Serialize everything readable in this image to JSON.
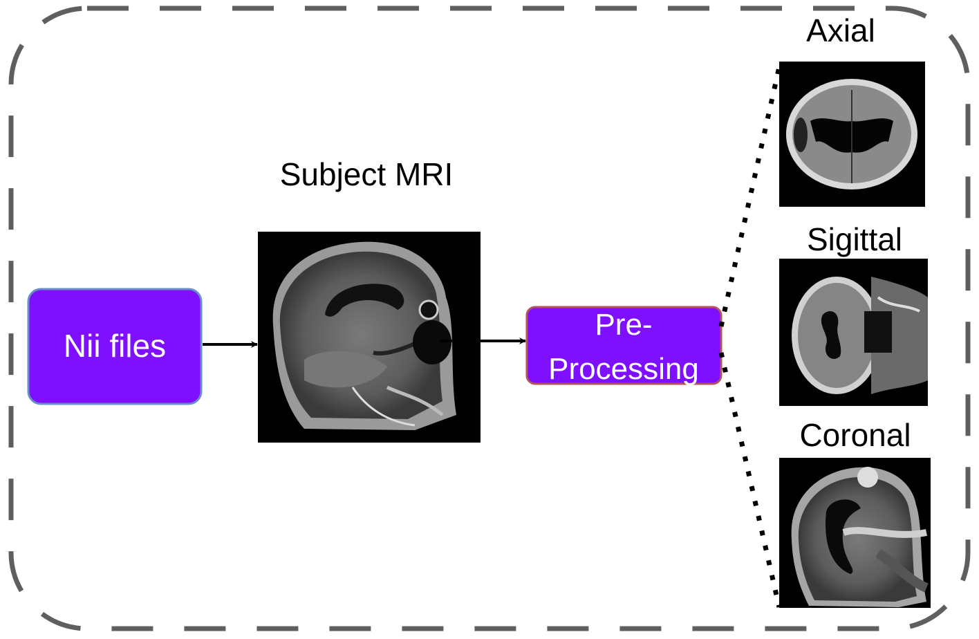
{
  "diagram": {
    "subject_label": "Subject MRI",
    "input_box": {
      "label": "Nii files"
    },
    "process_box": {
      "line1": "Pre-",
      "line2": "Processing"
    },
    "views": [
      {
        "label": "Axial"
      },
      {
        "label": "Sigittal"
      },
      {
        "label": "Coronal"
      }
    ]
  },
  "colors": {
    "box_fill": "#7F0FFF",
    "input_box_border": "#6A8EC8",
    "process_box_border": "#B5535D",
    "border_dash": "#5F5F5F",
    "arrow": "#000000",
    "mri_background": "#000000"
  }
}
